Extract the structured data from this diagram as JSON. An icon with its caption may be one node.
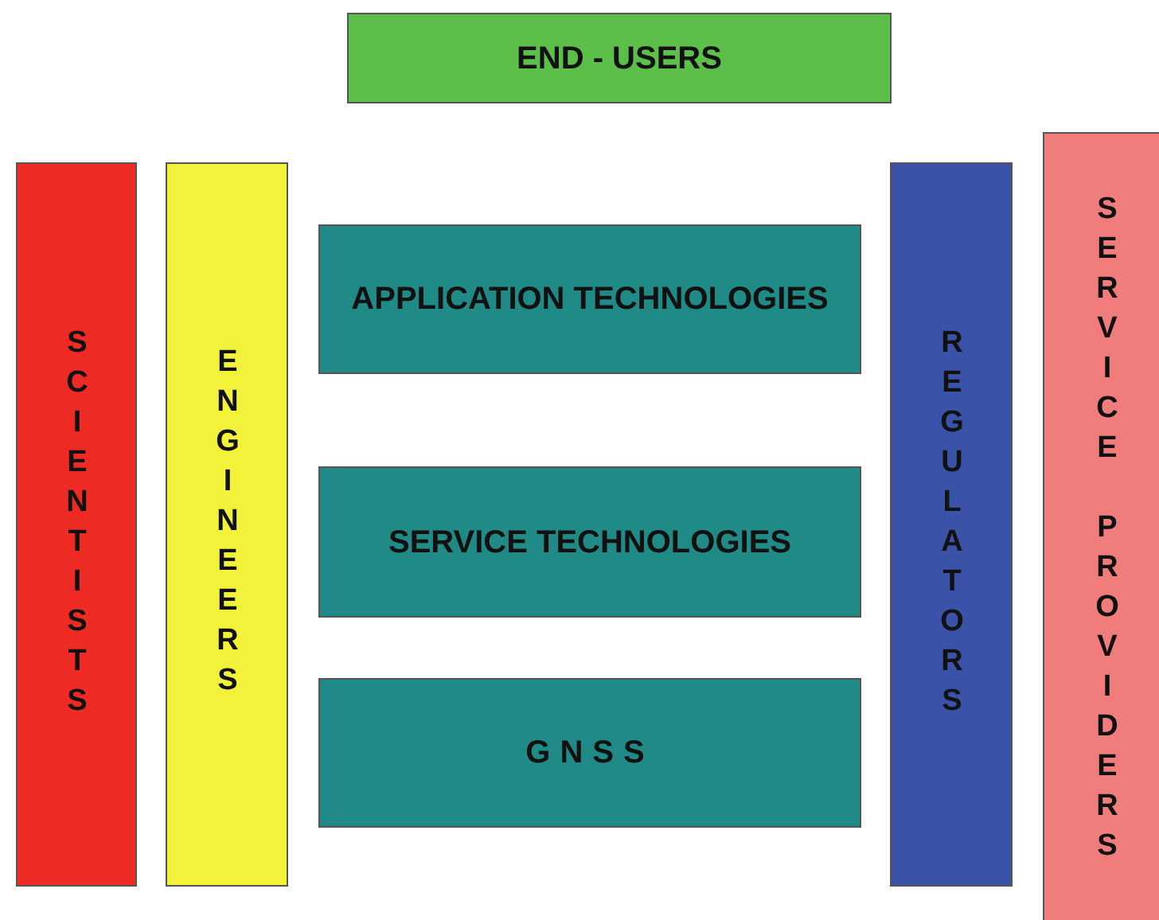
{
  "diagram": {
    "nodes": [
      {
        "text": [
          "END - USERS"
        ]
      },
      {
        "text": [
          "SCIENTISTS"
        ]
      },
      {
        "text": [
          "ENGINEERS"
        ]
      },
      {
        "text": [
          "APPLICATION TECHNOLOGIES"
        ]
      },
      {
        "text": [
          "SERVICE TECHNOLOGIES"
        ]
      },
      {
        "text": [
          "GNSS"
        ]
      },
      {
        "text": [
          "REGULATORS"
        ]
      },
      {
        "text": [
          "SERVICE PROVIDERS"
        ]
      }
    ]
  }
}
